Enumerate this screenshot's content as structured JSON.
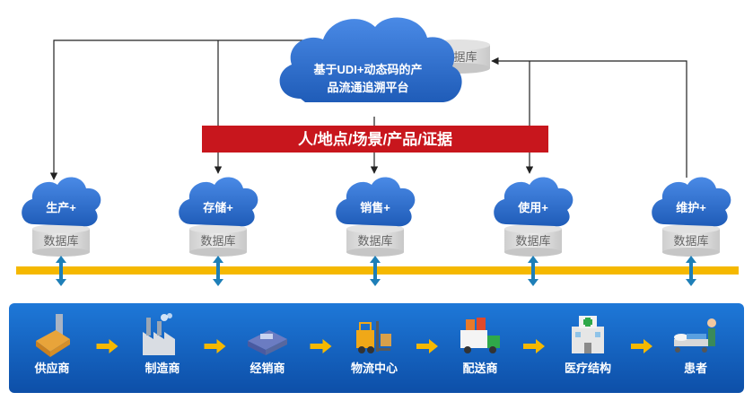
{
  "platform": {
    "title_line1": "基于UDI+动态码的产",
    "title_line2": "品流通追溯平台",
    "db_label": "数据库"
  },
  "banner": {
    "text": "人/地点/场景/产品/证据"
  },
  "stages": [
    {
      "label": "生产+",
      "db_label": "数据库"
    },
    {
      "label": "存储+",
      "db_label": "数据库"
    },
    {
      "label": "销售+",
      "db_label": "数据库"
    },
    {
      "label": "使用+",
      "db_label": "数据库"
    },
    {
      "label": "维护+",
      "db_label": "数据库"
    }
  ],
  "chain": [
    {
      "label": "供应商",
      "icon": "factory-box-icon"
    },
    {
      "label": "制造商",
      "icon": "factory-icon"
    },
    {
      "label": "经销商",
      "icon": "distributor-icon"
    },
    {
      "label": "物流中心",
      "icon": "forklift-icon"
    },
    {
      "label": "配送商",
      "icon": "truck-icon"
    },
    {
      "label": "医疗结构",
      "icon": "hospital-icon"
    },
    {
      "label": "患者",
      "icon": "patient-bed-icon"
    }
  ],
  "colors": {
    "cloud": "#2f6fd0",
    "banner": "#c8161d",
    "bus": "#f5b800",
    "connector": "#1e7fb8",
    "chain_panel": "#1565c0",
    "chain_arrow": "#f5b800"
  }
}
